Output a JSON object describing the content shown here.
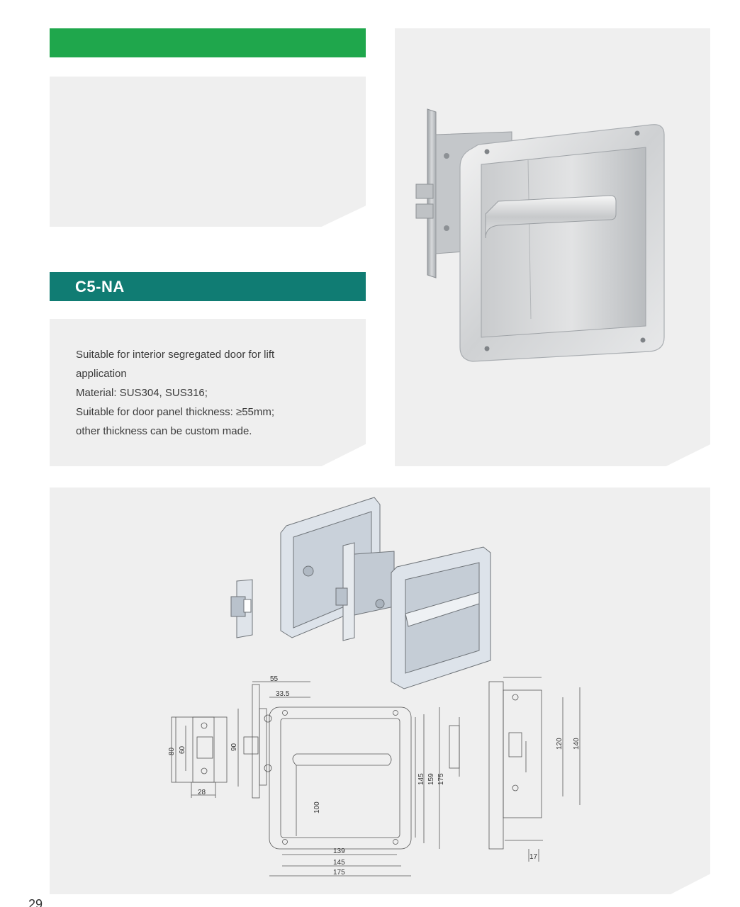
{
  "product": {
    "model": "C5-NA",
    "description_lines": [
      "Suitable for interior segregated door for lift",
      "application",
      "Material: SUS304, SUS316;",
      "Suitable for door panel thickness: ≥55mm;",
      "other thickness can be custom made."
    ]
  },
  "drawing": {
    "dimensions": {
      "d55": "55",
      "d33_5": "33.5",
      "d90": "90",
      "d80": "80",
      "d60": "60",
      "d28": "28",
      "d100": "100",
      "d139": "139",
      "d145_h": "145",
      "d175_h": "175",
      "d145_v": "145",
      "d159": "159",
      "d175_v": "175",
      "d120": "120",
      "d140": "140",
      "d17": "17"
    }
  },
  "page_number": "29",
  "colors": {
    "green_bar": "#1fa74c",
    "title_bar": "#107c73",
    "panel": "#efefef"
  }
}
